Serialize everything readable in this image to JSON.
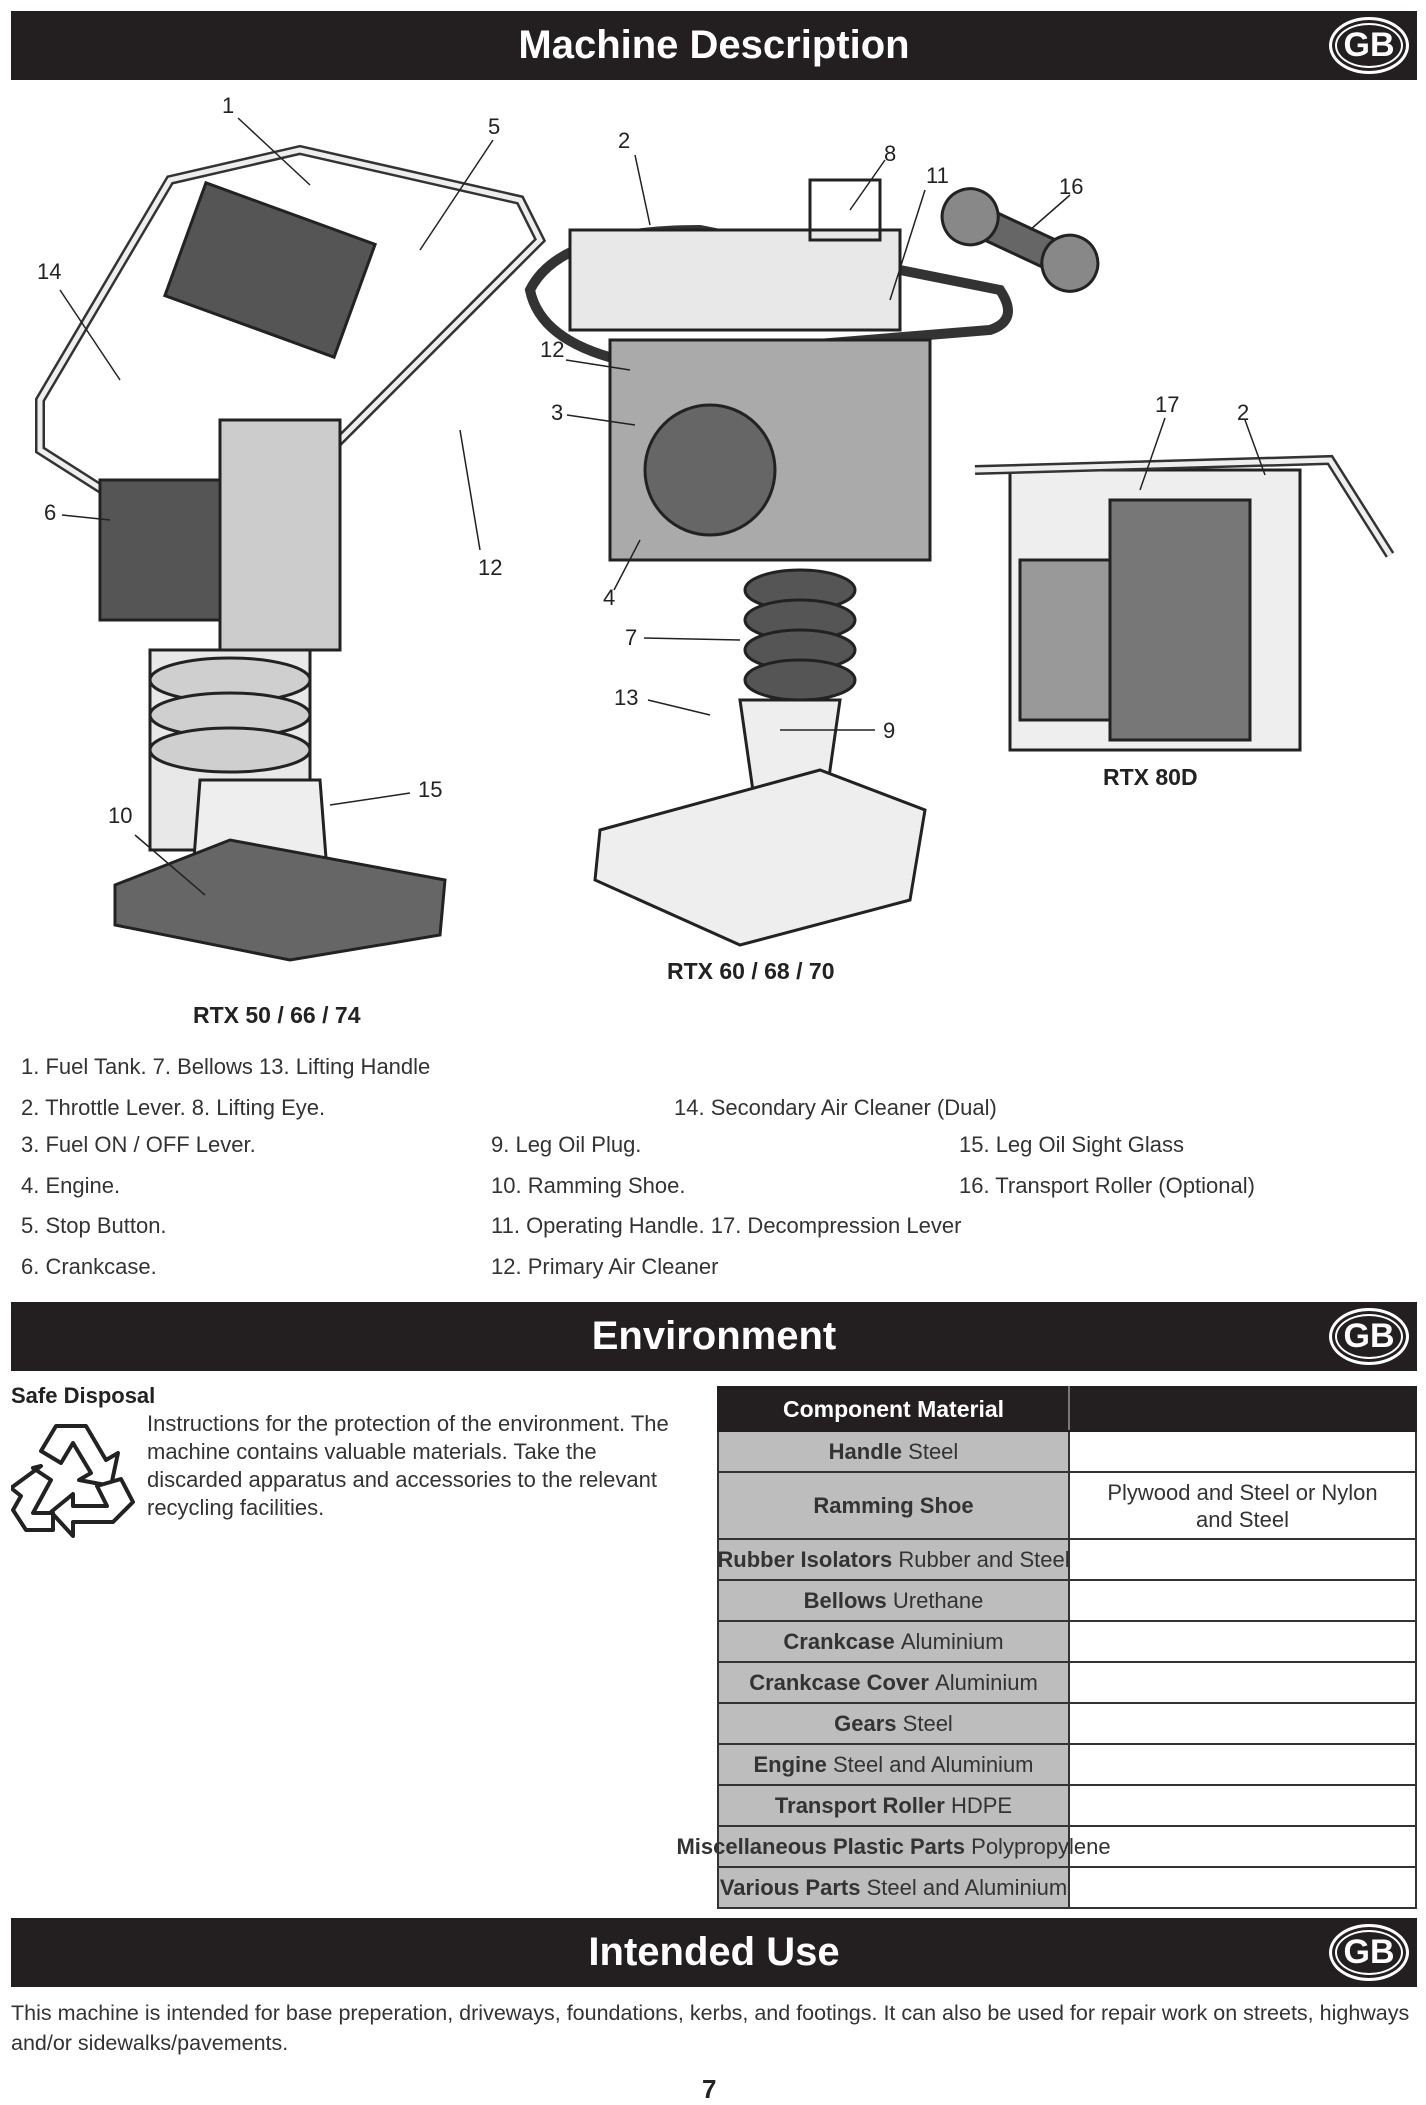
{
  "headers": {
    "machine": "Machine Description",
    "environment": "Environment",
    "intended": "Intended Use",
    "badge": "GB"
  },
  "diagram": {
    "models": [
      "RTX 50 / 66 / 74",
      "RTX 60 / 68 / 70",
      "RTX 80D"
    ],
    "callouts": {
      "a1": "1",
      "a5": "5",
      "a14": "14",
      "a6": "6",
      "a12": "12",
      "a15": "15",
      "a10": "10",
      "b2": "2",
      "b8": "8",
      "b11": "11",
      "b16": "16",
      "b12": "12",
      "b3": "3",
      "b4": "4",
      "b7": "7",
      "b13": "13",
      "b9": "9",
      "c17": "17",
      "c2": "2"
    }
  },
  "parts": {
    "row1": "1. Fuel Tank. 7. Bellows 13. Lifting Handle",
    "row2a": "2. Throttle Lever. 8. Lifting Eye.",
    "row2b": "14. Secondary Air Cleaner (Dual)",
    "row3a": "3. Fuel ON / OFF Lever.",
    "row3b": "9. Leg Oil Plug.",
    "row3c": "15. Leg Oil Sight Glass",
    "row4a": "4. Engine.",
    "row4b": "10. Ramming Shoe.",
    "row4c": "16. Transport Roller (Optional)",
    "row5a": "5. Stop Button.",
    "row5b": "11. Operating Handle. 17. Decompression Lever",
    "row6a": "6. Crankcase.",
    "row6b": "12. Primary Air Cleaner"
  },
  "environment": {
    "title": "Safe Disposal",
    "text": "Instructions for the protection of the environment. The machine contains valuable materials. Take the discarded apparatus and accessories to the relevant recycling facilities.",
    "table": {
      "header": "Component Material",
      "rows": [
        {
          "c": "Handle",
          "m": "Steel"
        },
        {
          "c": "Ramming Shoe",
          "m": "Plywood and Steel or Nylon and Steel"
        },
        {
          "c": "Rubber Isolators",
          "m": "Rubber and Steel"
        },
        {
          "c": "Bellows",
          "m": "Urethane"
        },
        {
          "c": "Crankcase",
          "m": "Aluminium"
        },
        {
          "c": "Crankcase Cover",
          "m": "Aluminium"
        },
        {
          "c": "Gears",
          "m": "Steel"
        },
        {
          "c": "Engine",
          "m": "Steel and Aluminium"
        },
        {
          "c": "Transport Roller",
          "m": "HDPE"
        },
        {
          "c": "Miscellaneous Plastic Parts",
          "m": "Polypropylene"
        },
        {
          "c": "Various Parts",
          "m": "Steel and Aluminium"
        }
      ]
    }
  },
  "intended": {
    "text": "This machine is intended for base preperation, driveways, foundations, kerbs, and footings. It can also be used for repair work on streets, highways and/or sidewalks/pavements."
  },
  "page_number": "7"
}
